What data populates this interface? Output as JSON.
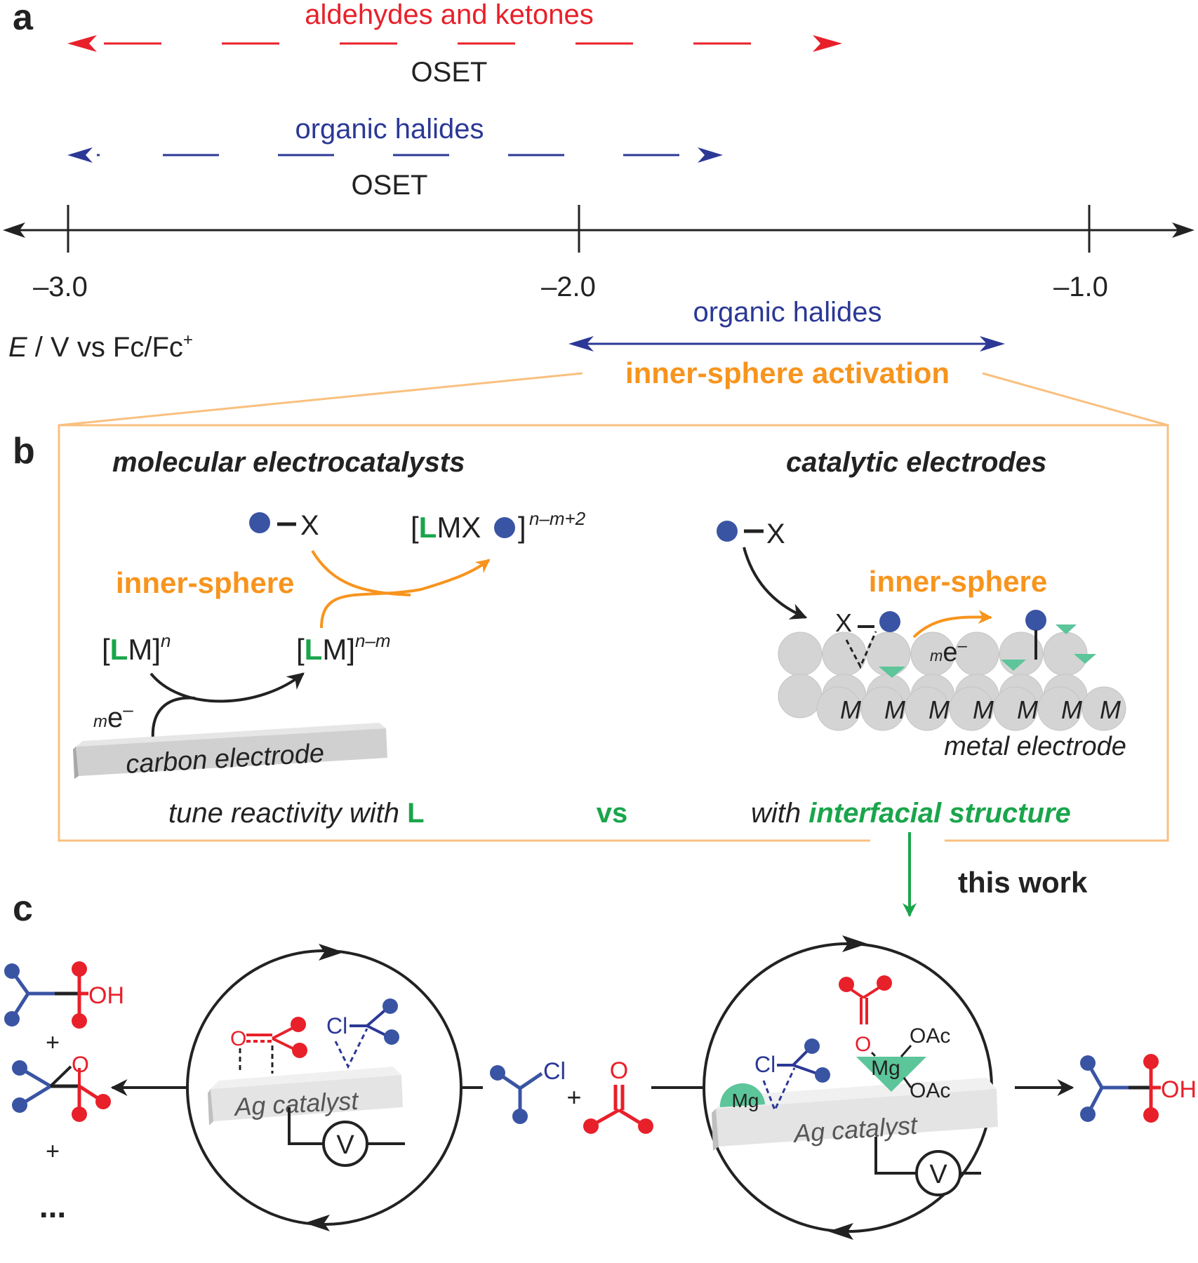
{
  "colors": {
    "red": "#e8202a",
    "blue": "#2b3896",
    "dot_blue": "#3a54a4",
    "orange": "#f7941d",
    "box_orange": "#f9c07f",
    "green": "#1aa54b",
    "teal": "#5cc59a",
    "gray_sphere": "#d4d4d4",
    "black": "#222222"
  },
  "panel_a": {
    "label": "a",
    "red_range": {
      "label": "aldehydes and ketones",
      "mechanism": "OSET"
    },
    "blue_range": {
      "label": "organic halides",
      "mechanism": "OSET"
    },
    "axis": {
      "ticks": [
        "–3.0",
        "–2.0",
        "–1.0"
      ],
      "title_italic": "E",
      "title_rest": " / V vs Fc/Fc",
      "title_sup": "+"
    },
    "inner_range": {
      "label": "organic halides",
      "mechanism": "inner-sphere activation"
    }
  },
  "panel_b": {
    "label": "b",
    "left": {
      "title": "molecular electrocatalysts",
      "substrate_x": "X",
      "process": "inner-sphere",
      "complex1": {
        "open": "[",
        "ligand": "L",
        "rest": "M]",
        "charge": "n"
      },
      "complex2": {
        "open": "[",
        "ligand": "L",
        "rest": "M]",
        "charge": "n–m"
      },
      "product": {
        "open": "[",
        "ligand": "L",
        "rest": "MX",
        "close": "]",
        "charge": "n–m+2"
      },
      "electrons": {
        "m": "m",
        "e": "e",
        "minus": "–"
      },
      "electrode": "carbon electrode",
      "tune_text": "tune reactivity with ",
      "tune_L": "L"
    },
    "vs": "vs",
    "right": {
      "title": "catalytic electrodes",
      "substrate_x": "X",
      "process": "inner-sphere",
      "x_surface": "X",
      "electrons": {
        "m": "m",
        "e": "e",
        "minus": "–"
      },
      "metal_atoms": [
        "M",
        "M",
        "M",
        "M",
        "M",
        "M",
        "M"
      ],
      "electrode": "metal electrode",
      "with_text": "with ",
      "with_bold": "interfacial structure"
    },
    "this_work": "this work"
  },
  "panel_c": {
    "label": "c",
    "left_cycle": {
      "o_atom": "O",
      "cl_atom": "Cl",
      "catalyst": "Ag catalyst",
      "voltmeter": "V"
    },
    "products_left": {
      "oh": "OH",
      "plus1": "+",
      "o_epoxide": "O",
      "plus2": "+",
      "ellipsis": "..."
    },
    "reactants": {
      "cl": "Cl",
      "plus": "+",
      "o": "O"
    },
    "right_cycle": {
      "o_atom": "O",
      "cl_atom": "Cl",
      "mg_surface": "Mg",
      "mg_complex": "Mg",
      "oac1": "OAc",
      "oac2": "OAc",
      "catalyst": "Ag catalyst",
      "voltmeter": "V"
    },
    "product_right": {
      "oh": "OH"
    }
  }
}
